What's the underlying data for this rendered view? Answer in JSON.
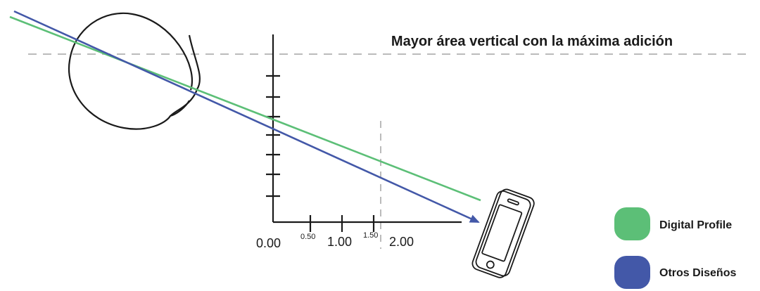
{
  "title": "Mayor área vertical con la máxima adición",
  "axis": {
    "tick_labels": [
      "0.00",
      "0.50",
      "1.00",
      "1.50",
      "2.00"
    ]
  },
  "legend": [
    {
      "label": "Digital Profile",
      "color": "#5cbf77"
    },
    {
      "label": "Otros Diseños",
      "color": "#4358a8"
    }
  ],
  "colors": {
    "guide_line": "#bbbbbb",
    "ink": "#1a1a1a"
  },
  "icons": [
    "eye-icon",
    "smartphone-icon"
  ]
}
